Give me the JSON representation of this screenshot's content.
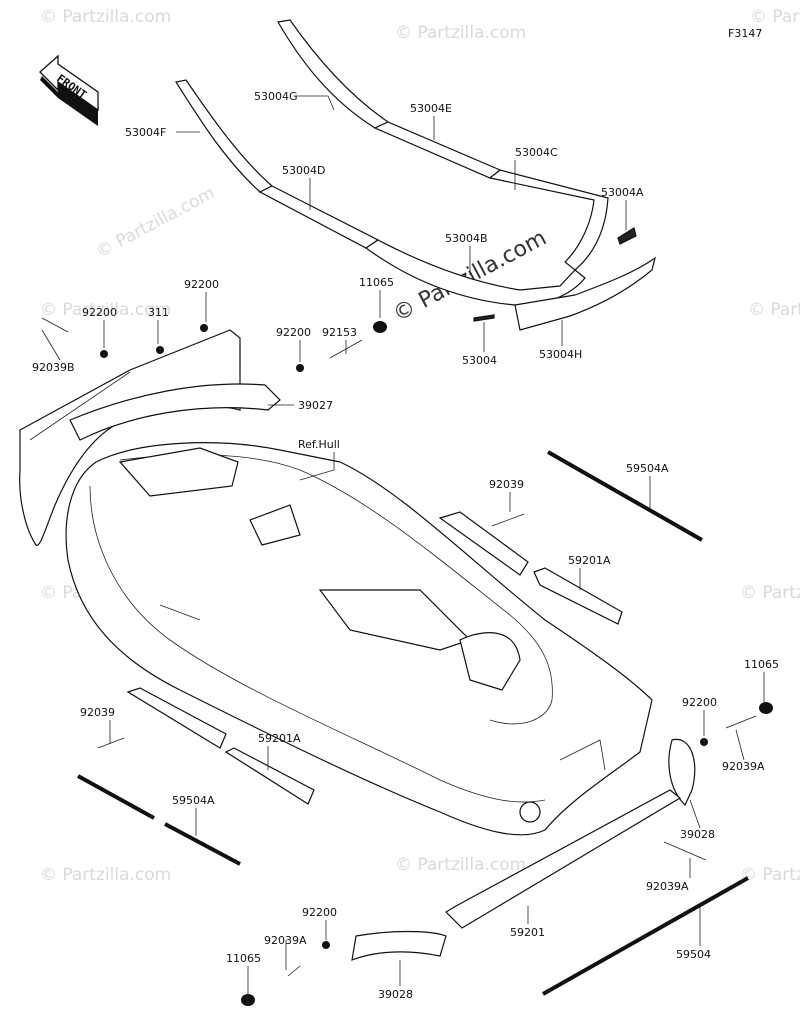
{
  "figure_code": "F3147",
  "front_label": "FRONT",
  "watermark": "© Partzilla.com",
  "ref_hull_label": "Ref.Hull",
  "callouts": [
    {
      "id": "53004G",
      "text": "53004G"
    },
    {
      "id": "53004E",
      "text": "53004E"
    },
    {
      "id": "53004F",
      "text": "53004F"
    },
    {
      "id": "53004C",
      "text": "53004C"
    },
    {
      "id": "53004D",
      "text": "53004D"
    },
    {
      "id": "53004A",
      "text": "53004A"
    },
    {
      "id": "53004B",
      "text": "53004B"
    },
    {
      "id": "11065a",
      "text": "11065"
    },
    {
      "id": "53004",
      "text": "53004"
    },
    {
      "id": "53004H",
      "text": "53004H"
    },
    {
      "id": "92200a",
      "text": "92200"
    },
    {
      "id": "311",
      "text": "311"
    },
    {
      "id": "92153",
      "text": "92153"
    },
    {
      "id": "92200b",
      "text": "92200"
    },
    {
      "id": "92200c",
      "text": "92200"
    },
    {
      "id": "92039B",
      "text": "92039B"
    },
    {
      "id": "39027",
      "text": "39027"
    },
    {
      "id": "92039a",
      "text": "92039"
    },
    {
      "id": "59504A_r",
      "text": "59504A"
    },
    {
      "id": "59201A_r",
      "text": "59201A"
    },
    {
      "id": "11065b",
      "text": "11065"
    },
    {
      "id": "92200d",
      "text": "92200"
    },
    {
      "id": "92039A_r",
      "text": "92039A"
    },
    {
      "id": "92039b",
      "text": "92039"
    },
    {
      "id": "59201A_l",
      "text": "59201A"
    },
    {
      "id": "59504A_l",
      "text": "59504A"
    },
    {
      "id": "39028a",
      "text": "39028"
    },
    {
      "id": "92039A_b",
      "text": "92039A"
    },
    {
      "id": "59201",
      "text": "59201"
    },
    {
      "id": "92200e",
      "text": "92200"
    },
    {
      "id": "92039A_bl",
      "text": "92039A"
    },
    {
      "id": "59504",
      "text": "59504"
    },
    {
      "id": "11065c",
      "text": "11065"
    },
    {
      "id": "39028b",
      "text": "39028"
    }
  ]
}
